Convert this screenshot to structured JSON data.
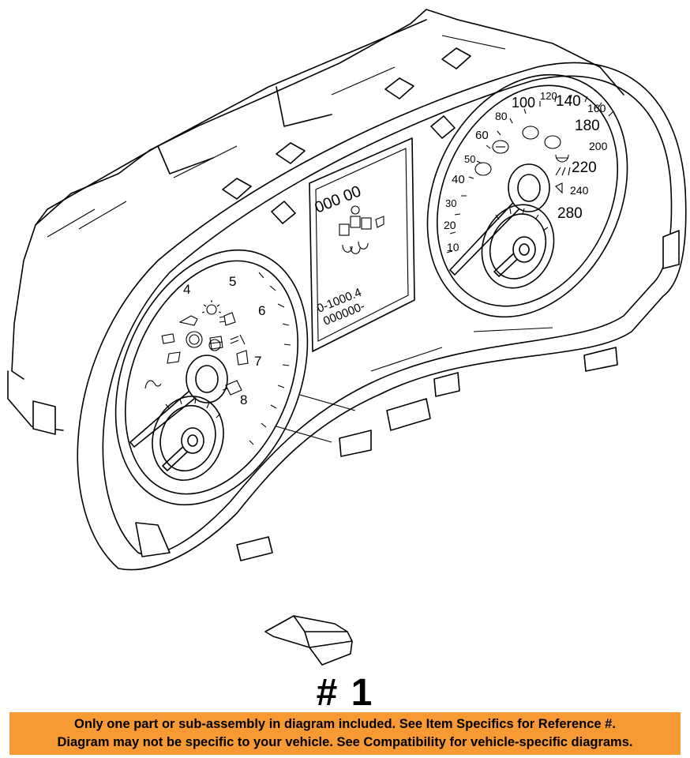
{
  "callout": {
    "label": "# 1"
  },
  "banner": {
    "line1": "Only one part or sub-assembly in diagram included. See Item Specifics for Reference #.",
    "line2": "Diagram may not be specific to your vehicle. See Compatibility for vehicle-specific diagrams.",
    "background": "#f79a33"
  },
  "tachometer": {
    "labels": [
      "4",
      "5",
      "6",
      "7",
      "8"
    ]
  },
  "speedometer": {
    "labels": [
      "10",
      "20",
      "30",
      "40",
      "50",
      "60",
      "80",
      "100",
      "120",
      "140",
      "160",
      "180",
      "200",
      "220",
      "240",
      "280"
    ]
  },
  "display": {
    "top_digits": "000 00",
    "odo_line1": "0-1000.4",
    "odo_line2": "000000-"
  },
  "icons": [
    "battery-icon",
    "oil-pressure-icon",
    "headlight-icon",
    "fog-light-icon",
    "brake-warning-icon",
    "airbag-icon",
    "seatbelt-icon",
    "check-engine-icon",
    "tire-pressure-icon",
    "traction-control-icon"
  ]
}
